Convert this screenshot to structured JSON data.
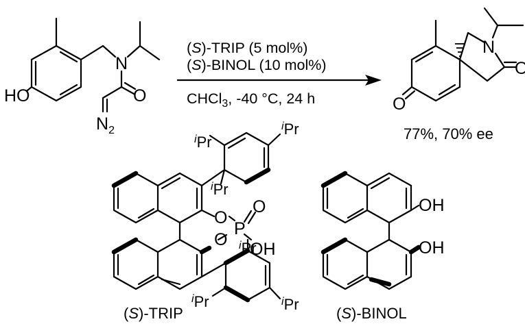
{
  "reaction": {
    "reagent_1": "(S)-TRIP (5 mol%)",
    "reagent_2": "(S)-BINOL (10 mol%)",
    "conditions": "CHCl3, -40 °C, 24 h",
    "result": "77%, 70% ee"
  },
  "labels": {
    "trip": "(S)-TRIP",
    "binol": "(S)-BINOL"
  },
  "atoms": {
    "HO": "HO",
    "N": "N",
    "O": "O",
    "N2": "N2",
    "OH": "OH",
    "P": "P",
    "iPr": "iPr"
  }
}
